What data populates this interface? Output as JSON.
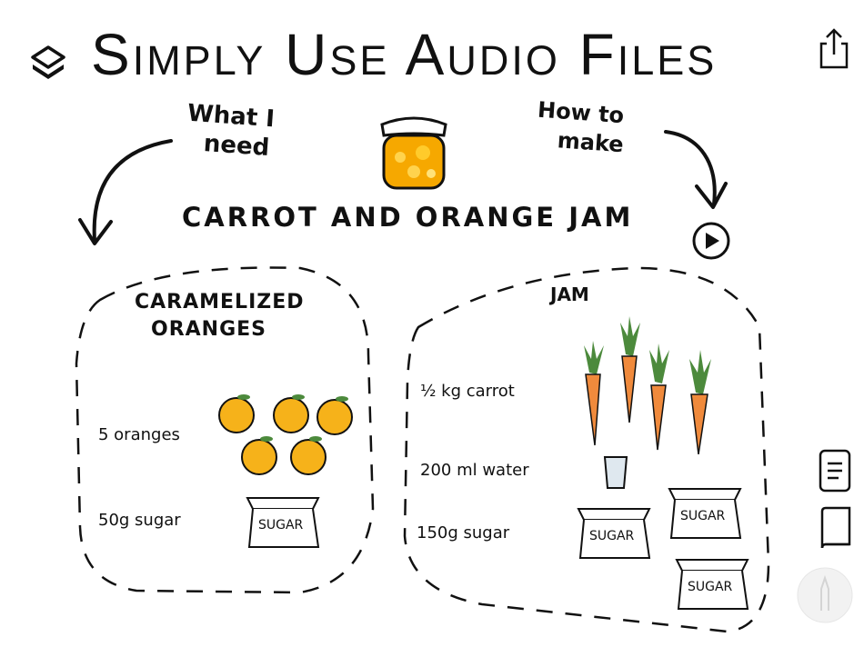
{
  "header": {
    "title": "Simply Use Audio Files",
    "layers_icon": "layers-icon",
    "share_icon": "share-icon"
  },
  "sketch": {
    "what_i_need": [
      "What I",
      "need"
    ],
    "how_to_make": [
      "How to",
      "make"
    ],
    "recipe_title": "CARROT AND ORANGE JAM",
    "play_icon": "play-icon",
    "caramelized": {
      "heading": [
        "CARAMELIZED",
        "ORANGES"
      ],
      "items": [
        "5 oranges",
        "50g sugar"
      ],
      "sugar_label": "SUGAR"
    },
    "jam": {
      "heading": "JAM",
      "items": [
        "½ kg carrot",
        "200 ml water",
        "150g sugar"
      ],
      "sugar_label": "SUGAR"
    }
  },
  "sidebar": {
    "document_icon": "document-icon",
    "book_icon": "book-icon",
    "pencil_icon": "pencil-icon"
  },
  "colors": {
    "ink": "#111111",
    "orange": "#f6b21a",
    "carrot": "#f08a3c",
    "leaf": "#4c8a3c",
    "jar": "#f6a800"
  }
}
